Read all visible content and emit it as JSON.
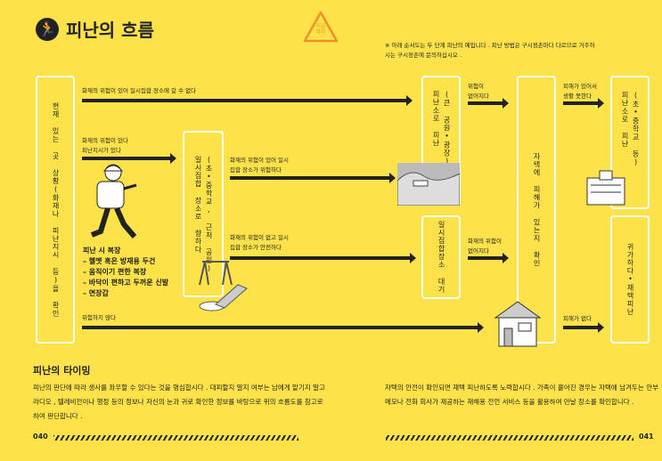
{
  "header": {
    "icon": "running-person-icon",
    "title": "피난의 흐름",
    "badge": "지금\n하자",
    "note": "※ 아래 순서도는 두 단계 피난의 예입니다 . 피난 방법은 구시정촌마다 다르므로 거주하\n시는 구시정촌에 문의하십시오 ."
  },
  "boxes": {
    "current": "현재 있는 곳 상황(화재나 피난지시 등)을 확인",
    "assembly_a": "(초•중학교, 근처 공원)",
    "assembly_b": "일시집합 장소로 향하다",
    "park_a": "(큰 공원•광장)",
    "park_b": "피난소로 피난",
    "wait": "일시집합장소 대기",
    "home_check": "자택에 피해가 있는지 확인",
    "school_a": "(초•중학교 등)",
    "school_b": "피난소로 피난",
    "return": "귀가하다•재택피난"
  },
  "arrows": {
    "a1": "화재의 위험이 있어 일시집합 장소에 갈 수 없다",
    "a2": "화재의 위험이 있다\n피난지시가 있다",
    "a3": "화재의 위험이 있어 일시\n집합 장소가 위험하다",
    "a4": "화재의 위험이 없고 일시\n집합 장소가 안전하다",
    "a5": "위험하지 않다",
    "a6": "위험이\n없어지다",
    "a7": "피해가 있어서\n생활 못한다",
    "a8": "화재의 위험이\n없어지다",
    "a9": "피해가 없다"
  },
  "gear": {
    "title": "피난 시 복장",
    "items": [
      "– 헬멧 혹은 방재용 두건",
      "– 움직이기 편한 복장",
      "– 바닥이 편하고 두꺼운 신발",
      "– 면장갑"
    ]
  },
  "timing": {
    "title": "피난의 타이밍",
    "left": "피난의 판단에 따라 생사를 좌우할 수 있다는 것을 명심합시다 . 대피할지 말지 여부는 남에게 맡기지 말고 라디오 , 텔레비전이나 행정 등의 정보나 자신의 눈과 귀로 확인한 정보를 바탕으로 위의 흐름도를 참고로 하여 판단합니다 .",
    "right": "자택의 안전이 확인되면 재택 피난하도록 노력합시다 . 가족이 흩어진 경우는 자택에 남겨두는 안부 메모나 전화 회사가 제공하는 재해용 전언 서비스 등을 활용하여 만날 장소를 확인합니다 ."
  },
  "pages": {
    "left": "040",
    "right": "041"
  },
  "colors": {
    "background": "#fde24a",
    "accent": "#f0902a",
    "ink": "#222222"
  }
}
